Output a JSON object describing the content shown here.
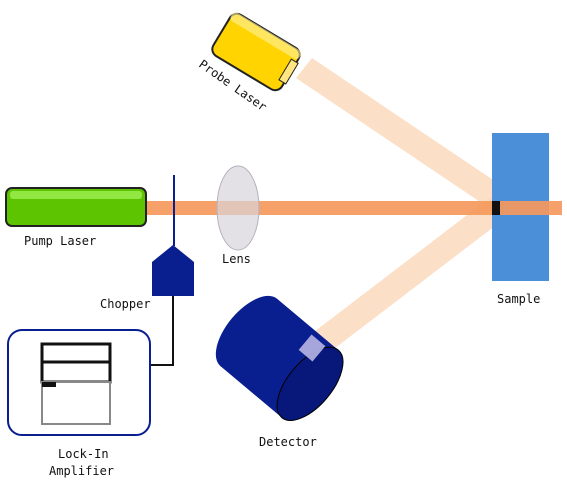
{
  "labels": {
    "probe_laser": "Probe Laser",
    "pump_laser": "Pump Laser",
    "lens": "Lens",
    "chopper": "Chopper",
    "sample": "Sample",
    "detector": "Detector",
    "lockin_line1": "Lock-In",
    "lockin_line2": "Amplifier"
  },
  "colors": {
    "pump_beam": "#f4995c",
    "probe_beam": "#fbd9bd",
    "probe_laser_body": "#ffd400",
    "pump_laser_body": "#5cc400",
    "sample": "#4a8fd8",
    "detector": "#0a1f8f",
    "chopper": "#0a1f8f",
    "lens": "#d9d4dc",
    "lockin_border": "#0a1f8f"
  }
}
